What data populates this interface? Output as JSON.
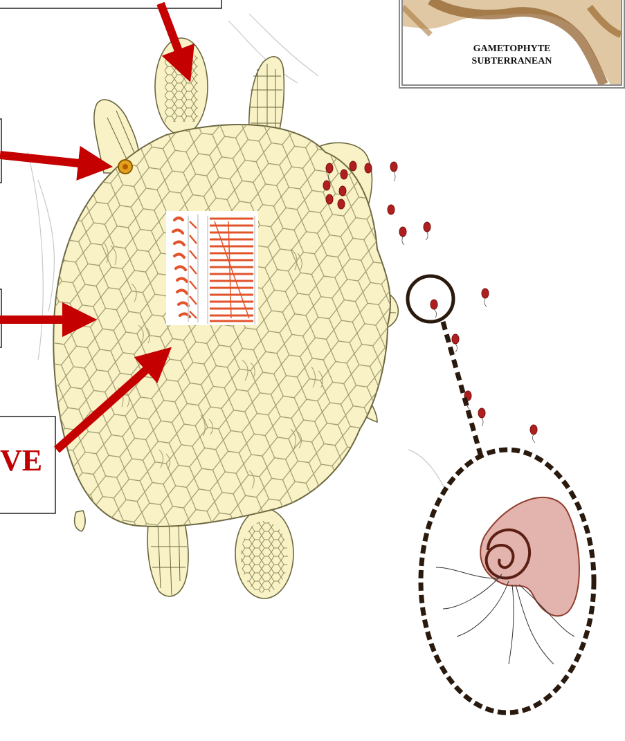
{
  "inset": {
    "caption_line1": "GAMETOPHYTE",
    "caption_line2": "SUBTERRANEAN"
  },
  "labels": {
    "bottom_box_fragment": "VE"
  },
  "colors": {
    "arrow": "#c40000",
    "thallus_fill": "#f8f2c6",
    "cell_stroke": "#9a9668",
    "antheridium_fill": "#e3b3ae",
    "sperm": "#b01f1f",
    "dashed_outline": "#2a1a0e",
    "tracheid": "#e2532a"
  },
  "icons": {
    "arrows": "arrow-icon",
    "sperm": "sperm-icon"
  }
}
